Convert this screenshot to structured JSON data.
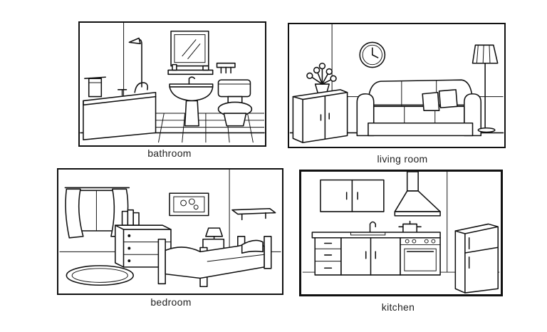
{
  "rooms": {
    "bathroom": {
      "label": "bathroom"
    },
    "living_room": {
      "label": "living room"
    },
    "bedroom": {
      "label": "bedroom"
    },
    "kitchen": {
      "label": "kitchen"
    }
  }
}
